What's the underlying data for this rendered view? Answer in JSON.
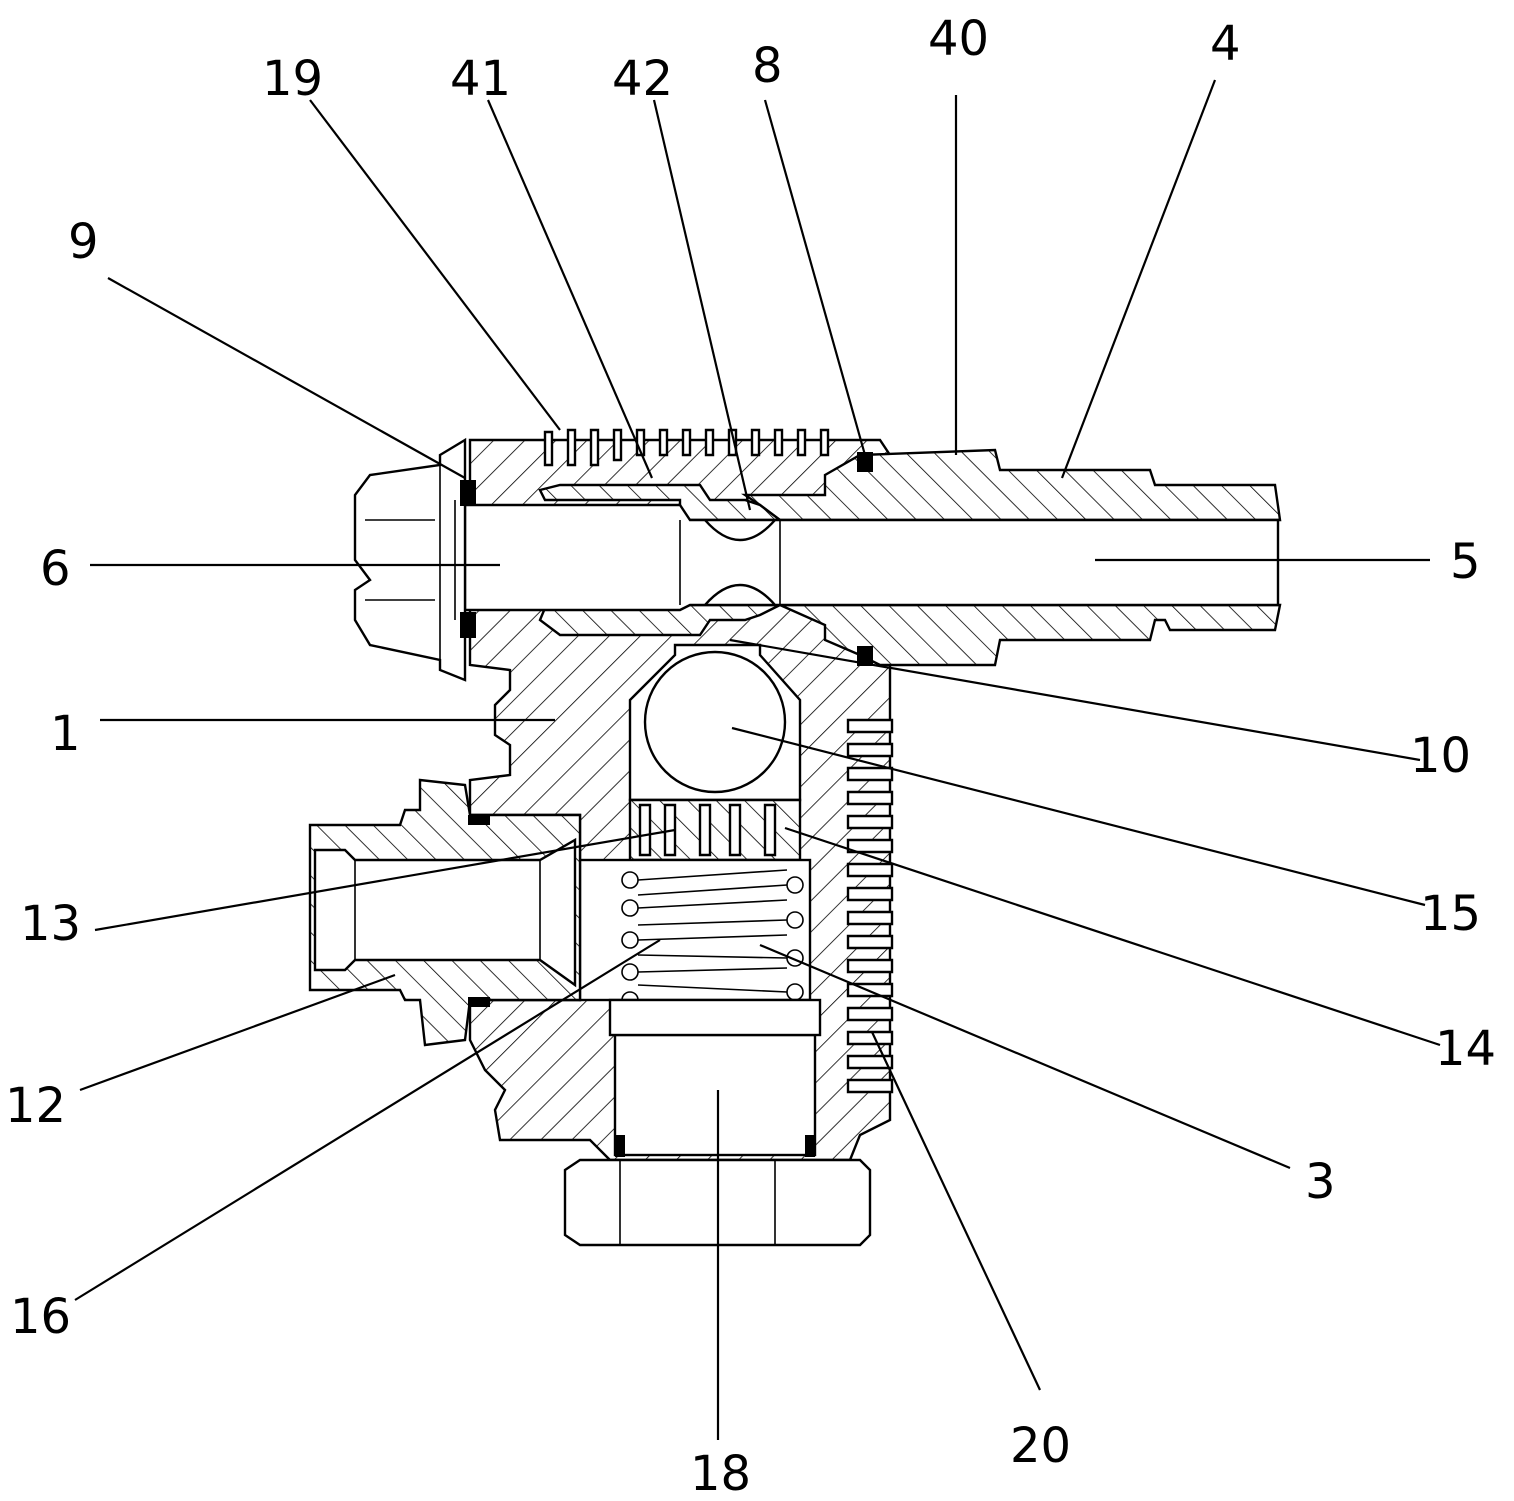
{
  "labels": [
    {
      "id": "l1",
      "text": "1"
    },
    {
      "id": "l3",
      "text": "3"
    },
    {
      "id": "l4",
      "text": "4"
    },
    {
      "id": "l5",
      "text": "5"
    },
    {
      "id": "l6",
      "text": "6"
    },
    {
      "id": "l8",
      "text": "8"
    },
    {
      "id": "l9",
      "text": "9"
    },
    {
      "id": "l10",
      "text": "10"
    },
    {
      "id": "l12",
      "text": "12"
    },
    {
      "id": "l13",
      "text": "13"
    },
    {
      "id": "l14",
      "text": "14"
    },
    {
      "id": "l15",
      "text": "15"
    },
    {
      "id": "l16",
      "text": "16"
    },
    {
      "id": "l18",
      "text": "18"
    },
    {
      "id": "l19",
      "text": "19"
    },
    {
      "id": "l20",
      "text": "20"
    },
    {
      "id": "l40",
      "text": "40"
    },
    {
      "id": "l41",
      "text": "41"
    },
    {
      "id": "l42",
      "text": "42"
    }
  ]
}
